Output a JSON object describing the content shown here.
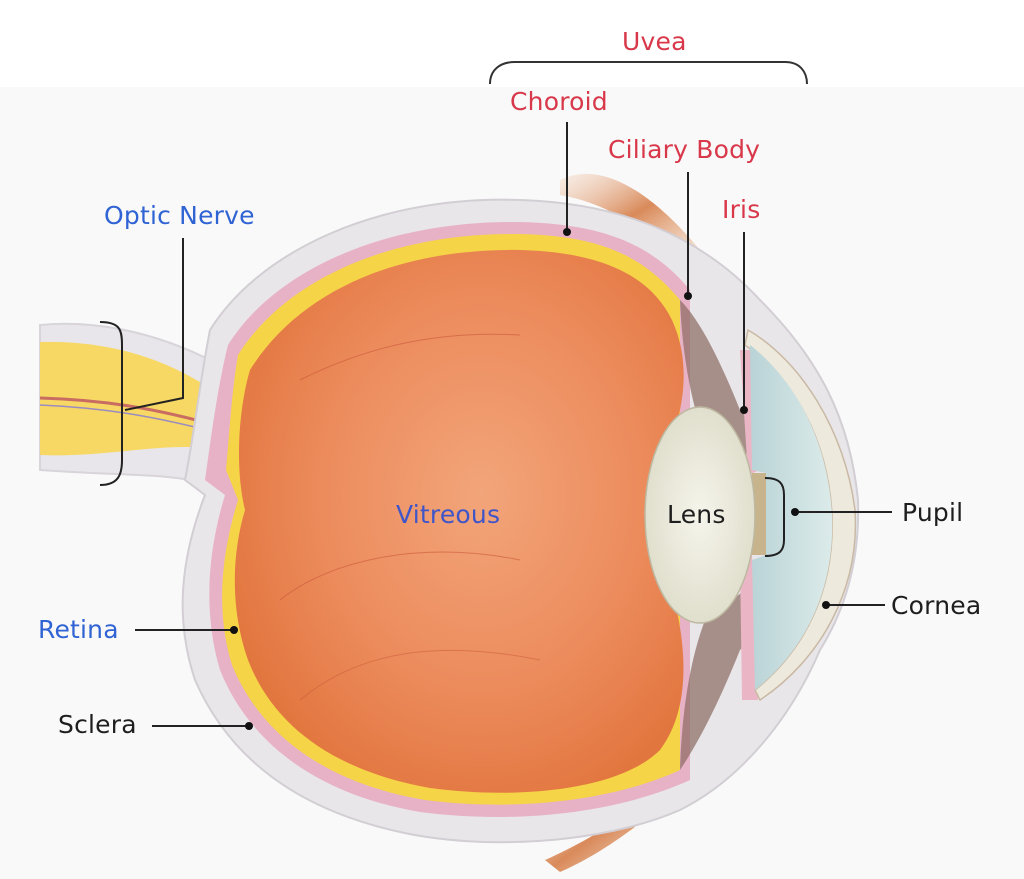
{
  "diagram": {
    "subject": "Cross-section anatomy of the human eye",
    "colors": {
      "uvea_labels": "#d8384a",
      "retina_nerve_labels": "#3063d4",
      "vitreous_label": "#3f55c8",
      "other_labels": "#1e1e1e",
      "vitreous_fill": "#ec8a5a",
      "retina_fill": "#f5d44a",
      "choroid_fill": "#e8b4c8",
      "sclera_fill": "#e9e6ea",
      "lens_fill": "#efeee2",
      "cornea_fill": "#cfe1e2",
      "background_panel": "#f9f9f9"
    },
    "group_bracket": {
      "label": "Uvea",
      "members": [
        "Choroid",
        "Ciliary Body",
        "Iris"
      ]
    },
    "labels": {
      "uvea": "Uvea",
      "choroid": "Choroid",
      "ciliary_body": "Ciliary Body",
      "iris": "Iris",
      "optic_nerve": "Optic Nerve",
      "vitreous": "Vitreous",
      "lens": "Lens",
      "pupil": "Pupil",
      "cornea": "Cornea",
      "retina": "Retina",
      "sclera": "Sclera"
    }
  }
}
